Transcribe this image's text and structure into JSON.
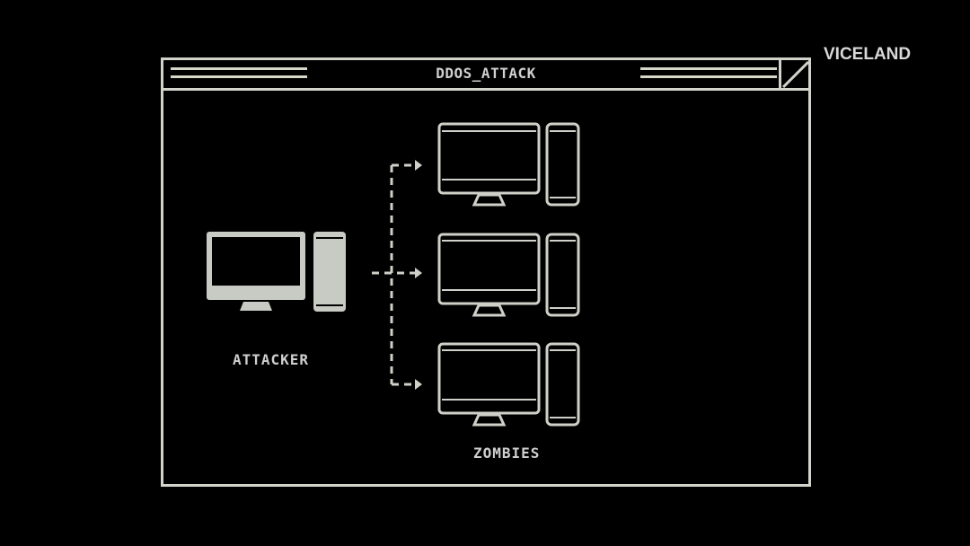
{
  "watermark": {
    "text": "VICELAND"
  },
  "window": {
    "title": "DDOS_ATTACK",
    "icons": {
      "resize": "resize-corner-icon"
    }
  },
  "diagram": {
    "attacker": {
      "label": "ATTACKER",
      "icon": "desktop-computer-icon"
    },
    "zombies": {
      "label": "ZOMBIES",
      "count": 3,
      "icon": "desktop-computer-icon"
    },
    "connector": "dashed-arrow-icon",
    "colors": {
      "background": "#000000",
      "stroke": "#cfd1c9",
      "fill_attacker": "#c8cac4"
    }
  }
}
